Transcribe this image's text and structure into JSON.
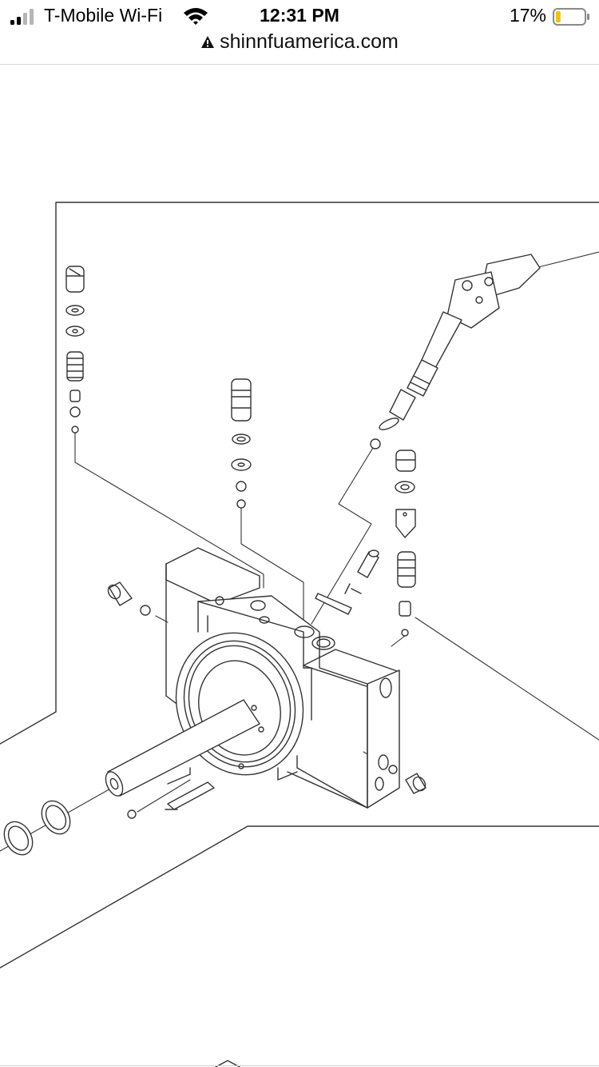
{
  "status_bar": {
    "carrier": "T-Mobile Wi-Fi",
    "time": "12:31 PM",
    "battery_percent": "17%",
    "signal_icon": "cellular-signal-icon",
    "wifi_icon": "wifi-icon",
    "battery_icon": "battery-low-icon",
    "battery_level": 0.17,
    "battery_color": "#f2c200"
  },
  "url_bar": {
    "domain": "shinnfuamerica.com",
    "security_icon": "warning-triangle-icon"
  },
  "content": {
    "image_icon": "exploded-parts-diagram",
    "line_color": "#333333"
  }
}
